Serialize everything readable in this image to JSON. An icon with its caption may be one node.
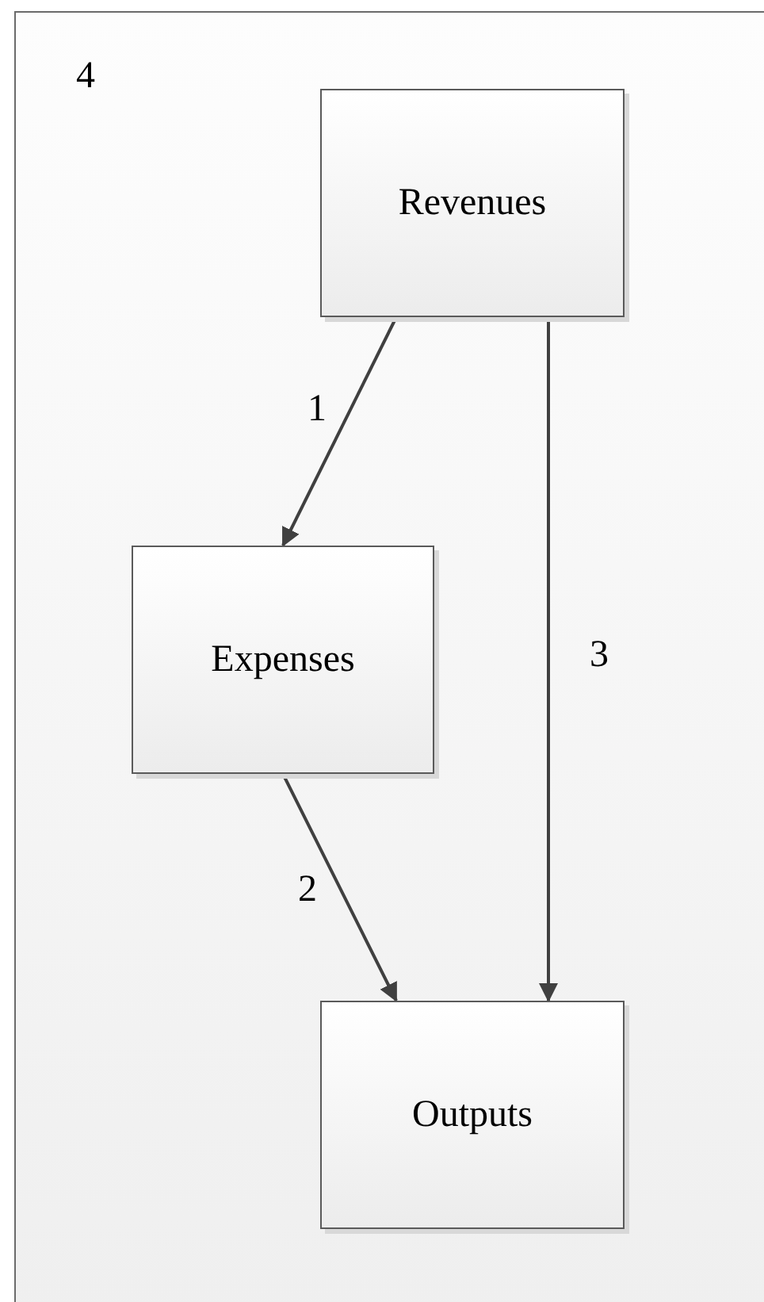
{
  "diagram": {
    "nodes": [
      {
        "text": [
          "4"
        ]
      },
      {
        "text": [
          "Revenues"
        ],
        "in": 0
      },
      {
        "text": [
          "Expenses"
        ],
        "in": 0
      },
      {
        "text": [
          "Outputs"
        ],
        "in": 0
      }
    ],
    "edges": [
      {
        "from": 1,
        "to": 2,
        "arrow": "to",
        "label": "1"
      },
      {
        "from": 2,
        "to": 3,
        "arrow": "to",
        "label": "2"
      },
      {
        "from": 1,
        "to": 3,
        "arrow": "to",
        "label": "3"
      }
    ]
  }
}
